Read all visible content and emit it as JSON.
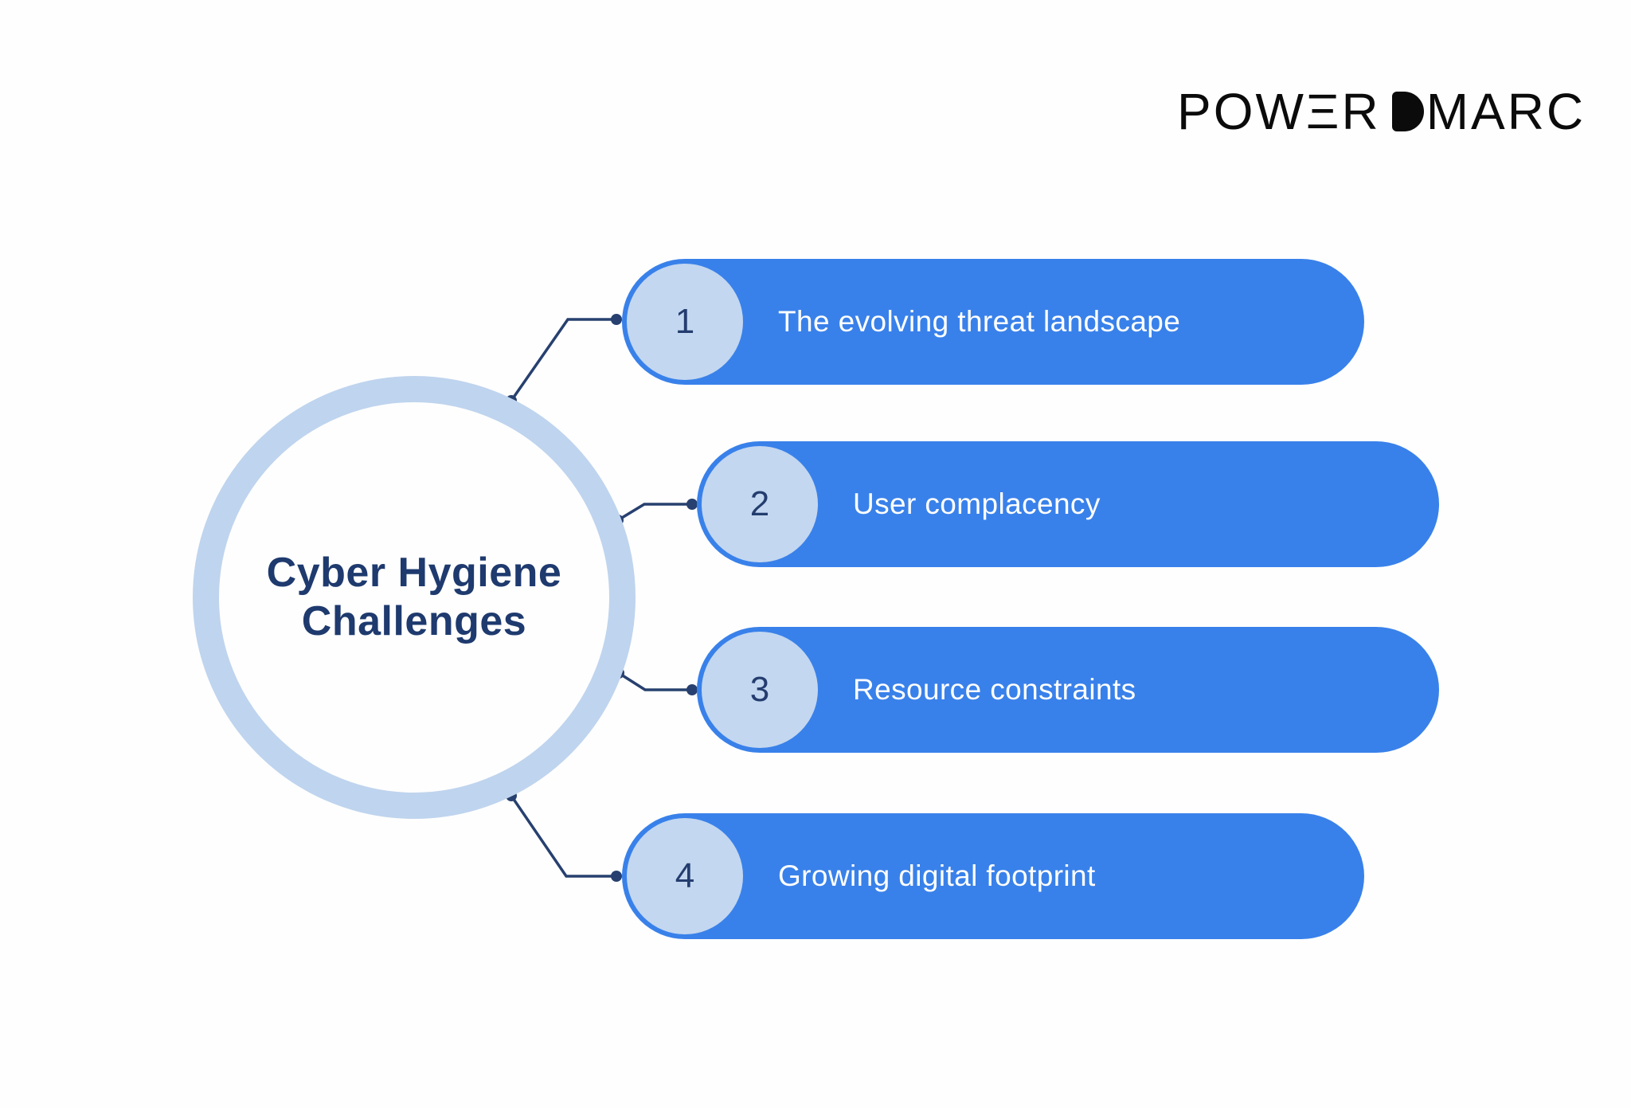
{
  "logo": {
    "brand": "PowerDMARC",
    "part_pow": "POW",
    "part_e": "Ξ",
    "part_r": "R",
    "part_d": "D",
    "part_marc": "MARC"
  },
  "center": {
    "title_line1": "Cyber Hygiene",
    "title_line2": "Challenges"
  },
  "items": [
    {
      "number": "1",
      "label": "The evolving threat landscape"
    },
    {
      "number": "2",
      "label": "User complacency"
    },
    {
      "number": "3",
      "label": "Resource constraints"
    },
    {
      "number": "4",
      "label": "Growing digital footprint"
    }
  ],
  "colors": {
    "bar_blue": "#3981EA",
    "number_circle_fill": "#C3D7F0",
    "ring_light_blue": "#BFD4EE",
    "navy": "#1E3A6E",
    "connector_navy": "#27406F",
    "label_white": "#FFFFFF",
    "logo_black": "#0B0B0B",
    "page_bg": "#FEFEFE"
  }
}
